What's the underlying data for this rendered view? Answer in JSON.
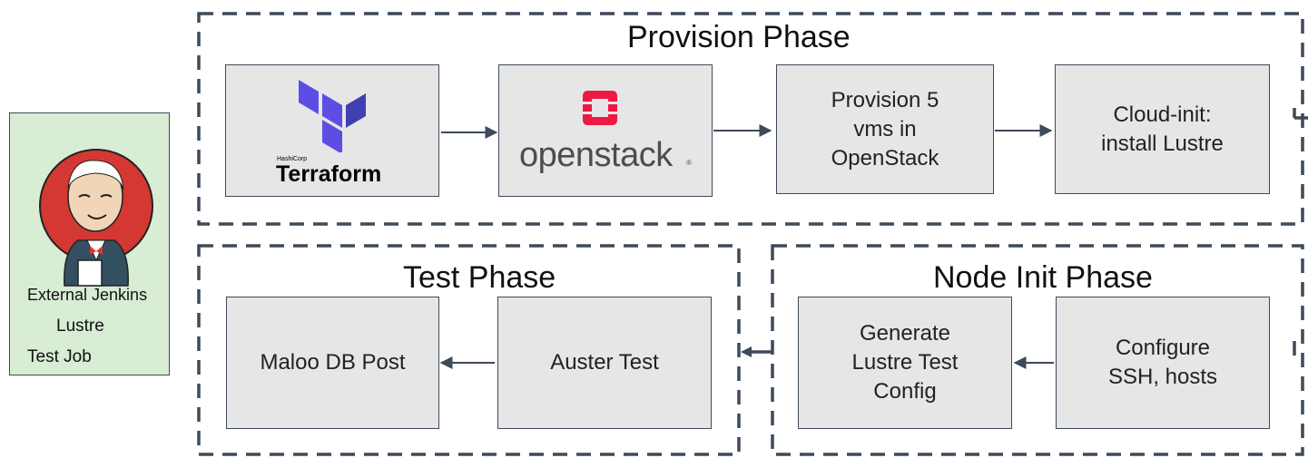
{
  "jenkins": {
    "line1": "External Jenkins",
    "line2": "Lustre",
    "line3": "Test Job",
    "panel_color": "#d9ecd4",
    "logo_icon": "jenkins-butler-icon"
  },
  "provision_phase": {
    "title": "Provision Phase",
    "terraform": {
      "brand_small": "HashiCorp",
      "brand": "Terraform",
      "icon": "terraform-logo-icon",
      "color": "#5c4ee5"
    },
    "openstack": {
      "brand": "openstack",
      "icon": "openstack-logo-icon",
      "color": "#ed1944"
    },
    "step3": "Provision 5\nvms in\nOpenStack",
    "step4": "Cloud-init:\ninstall Lustre"
  },
  "node_init_phase": {
    "title": "Node Init Phase",
    "step1": "Configure\nSSH, hosts",
    "step2": "Generate\nLustre Test\nConfig"
  },
  "test_phase": {
    "title": "Test Phase",
    "step1": "Auster Test",
    "step2": "Maloo DB Post"
  },
  "colors": {
    "box_fill": "#e6e6e6",
    "border": "#3d4a5a",
    "arrow": "#3d4a5a"
  }
}
